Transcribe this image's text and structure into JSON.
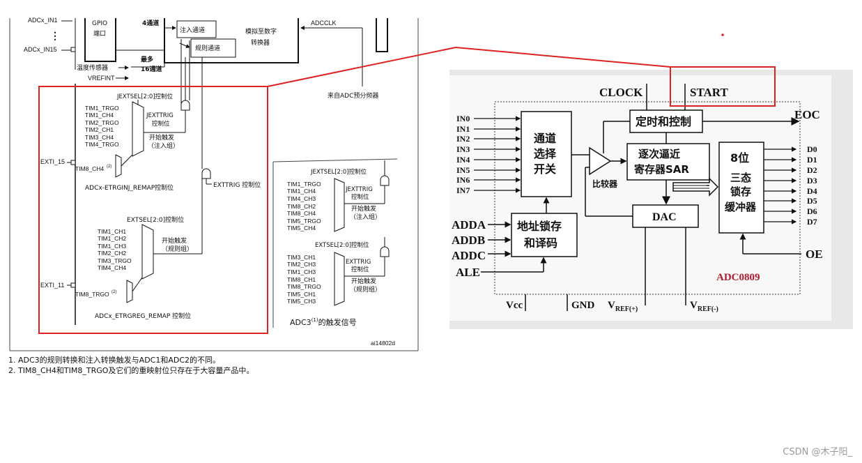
{
  "left_diagram": {
    "top": {
      "adc_in1": "ADCx_IN1",
      "adc_in15": "ADCx_IN15",
      "gpio_port": [
        "GPIO",
        "端口"
      ],
      "four_channels": "4通道",
      "injected_channel": "注入通道",
      "regular_channel": "规则通道",
      "converter": [
        "模拟至数字",
        "转换器"
      ],
      "adcclk": "ADCCLK",
      "temp_sensor": "温度传感器",
      "vrefint": "VREFINT",
      "max_16": [
        "最多",
        "16通道"
      ],
      "from_prescaler": "来自ADC预分频器"
    },
    "injected_group": {
      "jextsel": "JEXTSEL[2:0]控制位",
      "sources": [
        "TIM1_TRGO",
        "TIM1_CH4",
        "TIM2_TRGO",
        "TIM2_CH1",
        "TIM3_CH4",
        "TIM4_TRGO"
      ],
      "jexttrig": [
        "JEXTTRIG",
        "控制位"
      ],
      "start_trigger": [
        "开始触发",
        "（注入组）"
      ],
      "exti": "EXTI_15",
      "tim8": "TIM8_CH4",
      "tim8_sup": "(2)",
      "remap": "ADCx-ETRGINJ_REMAP控制位"
    },
    "exttrig_label": "EXTTRIG 控制位",
    "regular_group": {
      "extsel": "EXTSEL[2:0]控制位",
      "sources": [
        "TIM1_CH1",
        "TIM1_CH2",
        "TIM1_CH3",
        "TIM2_CH2",
        "TIM3_TRGO",
        "TIM4_CH4"
      ],
      "start_trigger": [
        "开始触发",
        "（规则组）"
      ],
      "exti": "EXTI_11",
      "tim8": "TIM8_TRGO",
      "tim8_sup": "(2)",
      "remap": "ADCx_ETRGREG_REMAP 控制位"
    },
    "adc3_injected": {
      "jextsel": "JEXTSEL[2:0]控制位",
      "sources": [
        "TIM1_TRGO",
        "TIM1_CH4",
        "TIM4_CH3",
        "TIM8_CH2",
        "TIM8_CH4",
        "TIM5_TRGO",
        "TIM5_CH4"
      ],
      "jexttrig": [
        "JEXTTRIG",
        "控制位"
      ],
      "start_trigger": [
        "开始触发",
        "（注入组）"
      ]
    },
    "adc3_regular": {
      "extsel": "EXTSEL[2:0]控制位",
      "sources": [
        "TIM3_CH1",
        "TIM2_CH3",
        "TIM1_CH3",
        "TIM8_CH1",
        "TIM8_TRGO",
        "TIM5_CH1",
        "TIM5_CH3"
      ],
      "exttrig": [
        "EXTTRIG",
        "控制位"
      ],
      "start_trigger": [
        "开始触发",
        "（规则组）"
      ]
    },
    "adc3_label": "ADC3",
    "adc3_sup": "(1)",
    "adc3_suffix": "的触发信号",
    "figure_id": "ai14802d",
    "colors": {
      "highlight": "#dd2222"
    }
  },
  "footnotes": [
    "1.  ADC3的规则转换和注入转换触发与ADC1和ADC2的不同。",
    "2.  TIM8_CH4和TIM8_TRGO及它们的重映射位只存在于大容量产品中。"
  ],
  "right_diagram": {
    "clock": "CLOCK",
    "start": "START",
    "eoc": "EOC",
    "timing_control": "定时和控制",
    "inputs": [
      "IN0",
      "IN1",
      "IN2",
      "IN3",
      "IN4",
      "IN5",
      "IN6",
      "IN7"
    ],
    "channel_switch": [
      "通道",
      "选择",
      "开关"
    ],
    "comparator": "比较器",
    "sar": [
      "逐次逼近",
      "寄存器SAR"
    ],
    "eight_bit": "8位",
    "tri_state": [
      "三态",
      "锁存",
      "缓冲器"
    ],
    "outputs": [
      "D0",
      "D1",
      "D2",
      "D3",
      "D4",
      "D5",
      "D6",
      "D7"
    ],
    "address_lines": [
      "ADDA",
      "ADDB",
      "ADDC",
      "ALE"
    ],
    "addr_latch": [
      "地址锁存",
      "和译码"
    ],
    "dac": "DAC",
    "oe": "OE",
    "chip_name": "ADC0809",
    "vcc": "Vcc",
    "gnd": "GND",
    "vref_plus": "V",
    "vref_plus_sub": "REF(+)",
    "vref_minus": "V",
    "vref_minus_sub": "REF(-)",
    "colors": {
      "chip_name": "#b01c2e",
      "highlight": "#dd2222"
    }
  },
  "watermark": "CSDN @木子阳_"
}
